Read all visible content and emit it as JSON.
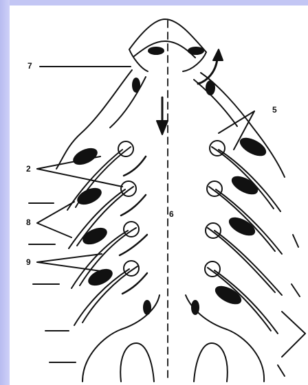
{
  "diagram": {
    "labels": {
      "l2": "2",
      "l5": "5",
      "l6": "6",
      "l7": "7",
      "l8": "8",
      "l9": "9"
    }
  }
}
